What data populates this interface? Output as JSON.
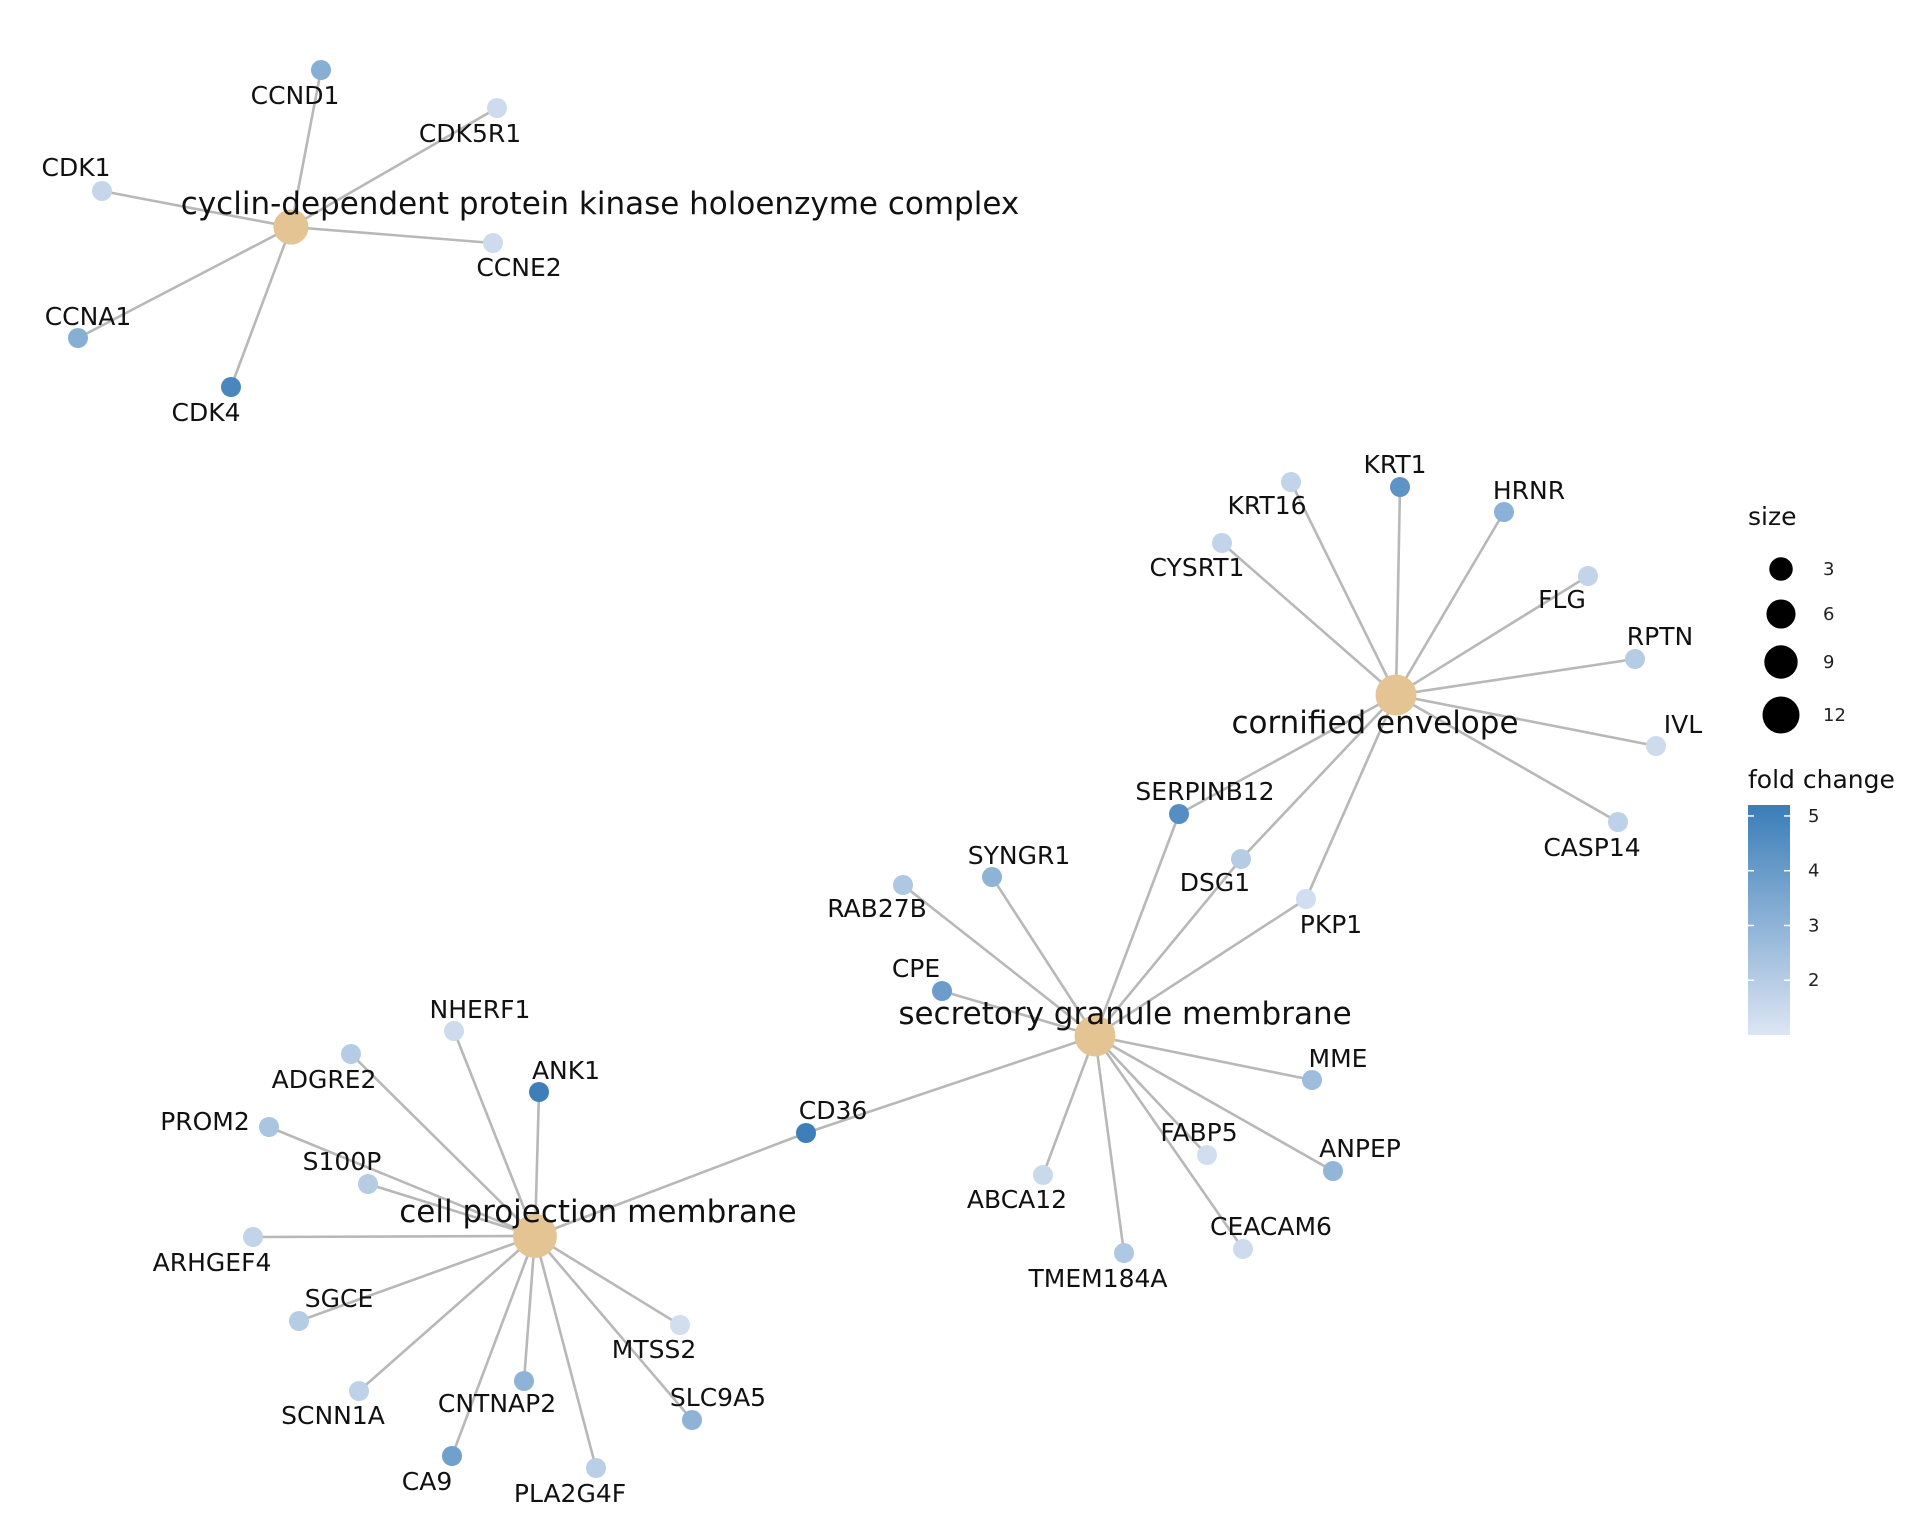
{
  "colors": {
    "category": "#E5C494",
    "edge": "#B8B8B8",
    "fold_low": "#DCE5F3",
    "fold_high": "#3A7DB8"
  },
  "categories": [
    {
      "id": "cdk",
      "label": "cyclin-dependent protein kinase holoenzyme complex",
      "size": 7
    },
    {
      "id": "corn",
      "label": "cornified envelope",
      "size": 12
    },
    {
      "id": "sec",
      "label": "secretory granule membrane",
      "size": 12
    },
    {
      "id": "cell",
      "label": "cell projection membrane",
      "size": 15
    }
  ],
  "genes": [
    {
      "id": "CCND1",
      "label": "CCND1",
      "fold_change": 3.2
    },
    {
      "id": "CDK5R1",
      "label": "CDK5R1",
      "fold_change": 1.4
    },
    {
      "id": "CDK1",
      "label": "CDK1",
      "fold_change": 1.6
    },
    {
      "id": "CCNE2",
      "label": "CCNE2",
      "fold_change": 1.4
    },
    {
      "id": "CCNA1",
      "label": "CCNA1",
      "fold_change": 3.2
    },
    {
      "id": "CDK4",
      "label": "CDK4",
      "fold_change": 4.8
    },
    {
      "id": "KRT16",
      "label": "KRT16",
      "fold_change": 1.7
    },
    {
      "id": "KRT1",
      "label": "KRT1",
      "fold_change": 4.3
    },
    {
      "id": "HRNR",
      "label": "HRNR",
      "fold_change": 3.1
    },
    {
      "id": "CYSRT1",
      "label": "CYSRT1",
      "fold_change": 1.7
    },
    {
      "id": "FLG",
      "label": "FLG",
      "fold_change": 1.7
    },
    {
      "id": "RPTN",
      "label": "RPTN",
      "fold_change": 2.0
    },
    {
      "id": "IVL",
      "label": "IVL",
      "fold_change": 1.4
    },
    {
      "id": "CASP14",
      "label": "CASP14",
      "fold_change": 1.8
    },
    {
      "id": "SERPINB12",
      "label": "SERPINB12",
      "fold_change": 4.5
    },
    {
      "id": "DSG1",
      "label": "DSG1",
      "fold_change": 2.0
    },
    {
      "id": "PKP1",
      "label": "PKP1",
      "fold_change": 1.3
    },
    {
      "id": "SYNGR1",
      "label": "SYNGR1",
      "fold_change": 3.0
    },
    {
      "id": "RAB27B",
      "label": "RAB27B",
      "fold_change": 2.2
    },
    {
      "id": "CPE",
      "label": "CPE",
      "fold_change": 3.9
    },
    {
      "id": "MME",
      "label": "MME",
      "fold_change": 2.6
    },
    {
      "id": "FABP5",
      "label": "FABP5",
      "fold_change": 1.3
    },
    {
      "id": "ANPEP",
      "label": "ANPEP",
      "fold_change": 2.9
    },
    {
      "id": "ABCA12",
      "label": "ABCA12",
      "fold_change": 1.5
    },
    {
      "id": "CEACAM6",
      "label": "CEACAM6",
      "fold_change": 1.4
    },
    {
      "id": "TMEM184A",
      "label": "TMEM184A",
      "fold_change": 2.2
    },
    {
      "id": "CD36",
      "label": "CD36",
      "fold_change": 5.1
    },
    {
      "id": "NHERF1",
      "label": "NHERF1",
      "fold_change": 1.4
    },
    {
      "id": "ANK1",
      "label": "ANK1",
      "fold_change": 5.1
    },
    {
      "id": "ADGRE2",
      "label": "ADGRE2",
      "fold_change": 2.0
    },
    {
      "id": "PROM2",
      "label": "PROM2",
      "fold_change": 2.3
    },
    {
      "id": "S100P",
      "label": "S100P",
      "fold_change": 2.0
    },
    {
      "id": "ARHGEF4",
      "label": "ARHGEF4",
      "fold_change": 1.7
    },
    {
      "id": "SGCE",
      "label": "SGCE",
      "fold_change": 2.0
    },
    {
      "id": "MTSS2",
      "label": "MTSS2",
      "fold_change": 1.3
    },
    {
      "id": "SCNN1A",
      "label": "SCNN1A",
      "fold_change": 1.8
    },
    {
      "id": "CNTNAP2",
      "label": "CNTNAP2",
      "fold_change": 3.0
    },
    {
      "id": "SLC9A5",
      "label": "SLC9A5",
      "fold_change": 3.0
    },
    {
      "id": "CA9",
      "label": "CA9",
      "fold_change": 3.8
    },
    {
      "id": "PLA2G4F",
      "label": "PLA2G4F",
      "fold_change": 1.9
    }
  ],
  "edges": [
    [
      "cdk",
      "CCND1"
    ],
    [
      "cdk",
      "CDK5R1"
    ],
    [
      "cdk",
      "CDK1"
    ],
    [
      "cdk",
      "CCNE2"
    ],
    [
      "cdk",
      "CCNA1"
    ],
    [
      "cdk",
      "CDK4"
    ],
    [
      "corn",
      "KRT16"
    ],
    [
      "corn",
      "KRT1"
    ],
    [
      "corn",
      "HRNR"
    ],
    [
      "corn",
      "CYSRT1"
    ],
    [
      "corn",
      "FLG"
    ],
    [
      "corn",
      "RPTN"
    ],
    [
      "corn",
      "IVL"
    ],
    [
      "corn",
      "CASP14"
    ],
    [
      "corn",
      "SERPINB12"
    ],
    [
      "corn",
      "DSG1"
    ],
    [
      "corn",
      "PKP1"
    ],
    [
      "sec",
      "SERPINB12"
    ],
    [
      "sec",
      "DSG1"
    ],
    [
      "sec",
      "PKP1"
    ],
    [
      "sec",
      "SYNGR1"
    ],
    [
      "sec",
      "RAB27B"
    ],
    [
      "sec",
      "CPE"
    ],
    [
      "sec",
      "MME"
    ],
    [
      "sec",
      "FABP5"
    ],
    [
      "sec",
      "ANPEP"
    ],
    [
      "sec",
      "ABCA12"
    ],
    [
      "sec",
      "CEACAM6"
    ],
    [
      "sec",
      "TMEM184A"
    ],
    [
      "sec",
      "CD36"
    ],
    [
      "cell",
      "CD36"
    ],
    [
      "cell",
      "NHERF1"
    ],
    [
      "cell",
      "ANK1"
    ],
    [
      "cell",
      "ADGRE2"
    ],
    [
      "cell",
      "PROM2"
    ],
    [
      "cell",
      "S100P"
    ],
    [
      "cell",
      "ARHGEF4"
    ],
    [
      "cell",
      "SGCE"
    ],
    [
      "cell",
      "MTSS2"
    ],
    [
      "cell",
      "SCNN1A"
    ],
    [
      "cell",
      "CNTNAP2"
    ],
    [
      "cell",
      "SLC9A5"
    ],
    [
      "cell",
      "CA9"
    ],
    [
      "cell",
      "PLA2G4F"
    ]
  ],
  "legend": {
    "size_title": "size",
    "size_values": [
      3,
      6,
      9,
      12
    ],
    "size_labels": [
      "3",
      "6",
      "9",
      "12"
    ],
    "color_title": "fold change",
    "color_range": [
      1,
      5.2
    ],
    "color_ticks": [
      2,
      3,
      4,
      5
    ],
    "color_tick_labels": [
      "2",
      "3",
      "4",
      "5"
    ]
  }
}
